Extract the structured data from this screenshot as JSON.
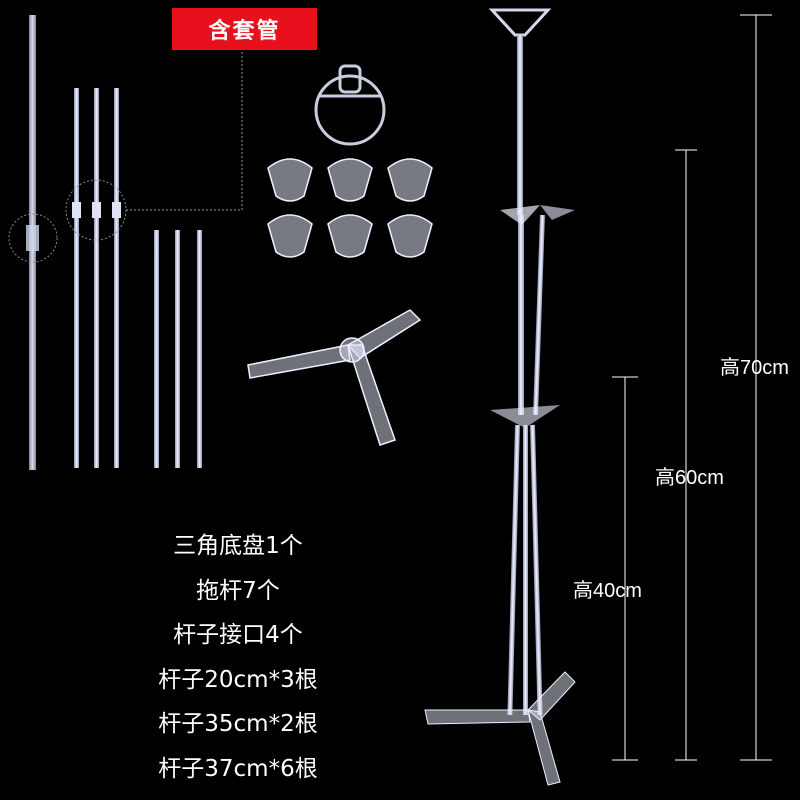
{
  "badge": {
    "text": "含套管"
  },
  "parts_list": [
    "三角底盘1个",
    "拖杆7个",
    "杆子接口4个",
    "杆子20cm*3根",
    "杆子35cm*2根",
    "杆子37cm*6根"
  ],
  "dimensions": {
    "h70": "高70cm",
    "h60": "高60cm",
    "h40": "高40cm"
  },
  "colors": {
    "badge": "#e8101c",
    "background": "#000000",
    "rod": "#d7dcf0"
  }
}
